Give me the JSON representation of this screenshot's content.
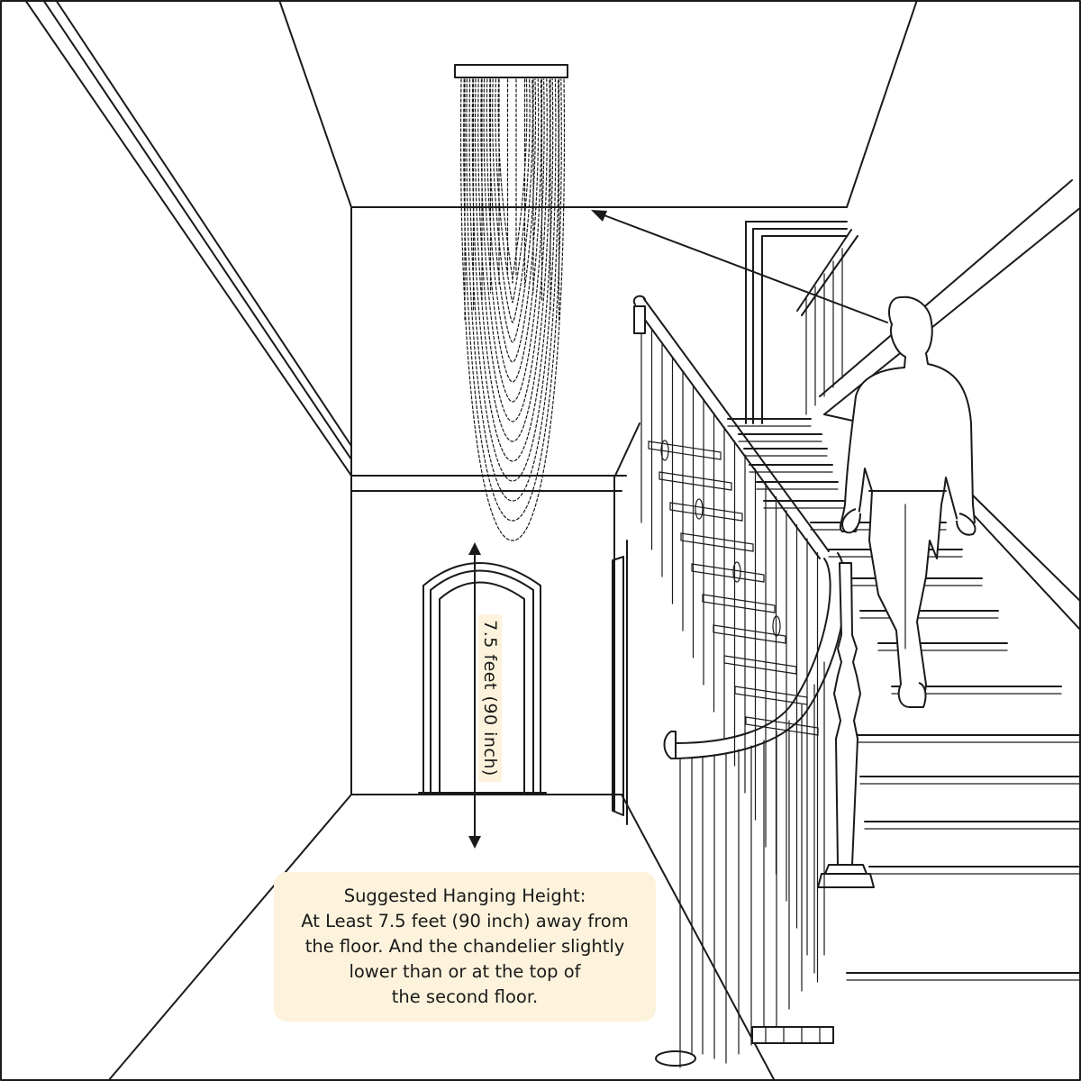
{
  "measurement": {
    "label": "7.5 feet (90 inch)"
  },
  "caption": {
    "lines": [
      "Suggested Hanging Height:",
      "At Least 7.5 feet (90 inch) away from",
      "the floor. And the chandelier slightly",
      "lower than or at the top of",
      "the second floor."
    ]
  },
  "colors": {
    "line": "#1a1a1a",
    "caption_background": "#fdf3dc",
    "background": "#ffffff"
  },
  "icons": [
    "arrow-up-icon",
    "arrow-down-icon",
    "chandelier-icon",
    "person-figure-icon"
  ]
}
